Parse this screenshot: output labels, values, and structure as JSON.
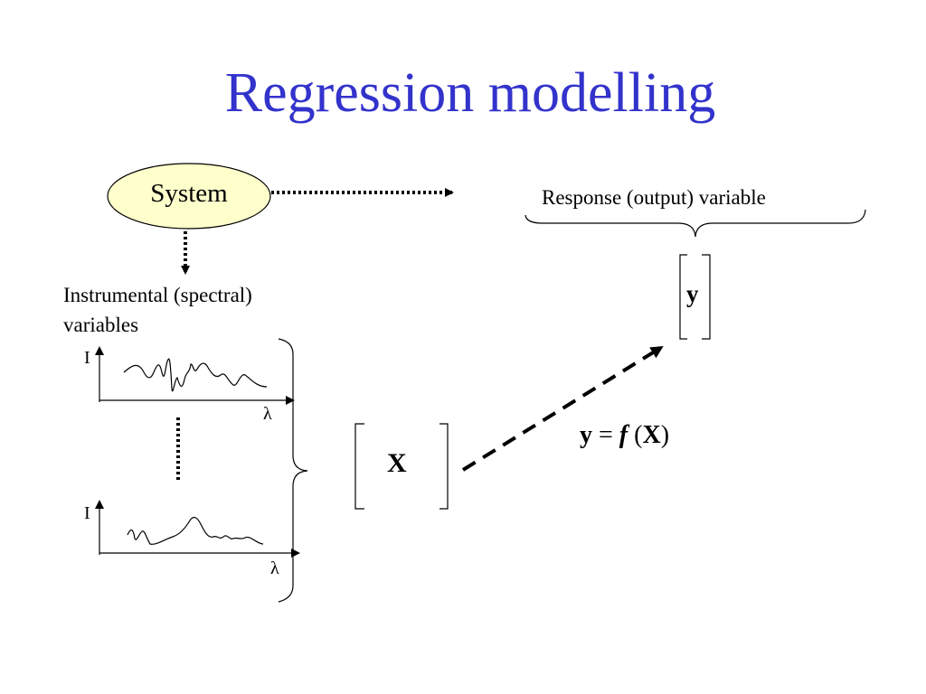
{
  "title": "Regression modelling",
  "system": {
    "label": "System",
    "fill": "#ffffcc"
  },
  "instrumental": {
    "line1": "Instrumental (spectral)",
    "line2": "variables"
  },
  "response": {
    "label": "Response (output) variable"
  },
  "y_vector": "y",
  "x_matrix": "X",
  "equation": {
    "lhs": "y",
    "eq": " = ",
    "f": "f",
    "open": " (",
    "arg": "X",
    "close": ")"
  },
  "spectrum_top": {
    "y_axis": "I",
    "x_axis": "λ"
  },
  "spectrum_bottom": {
    "y_axis": "I",
    "x_axis": "λ"
  },
  "colors": {
    "title": "#3333cc",
    "ink": "#000000"
  }
}
